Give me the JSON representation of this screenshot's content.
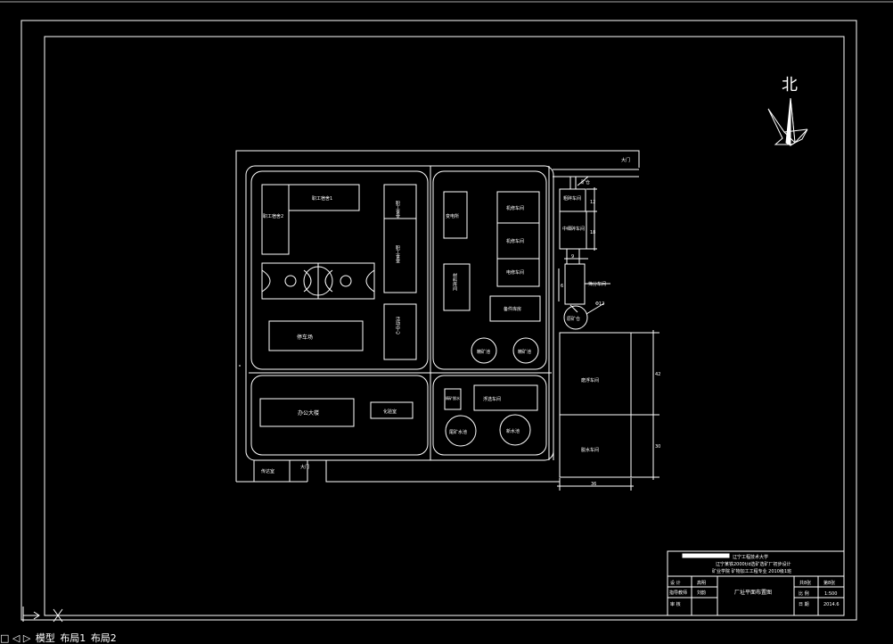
{
  "north_label": "北",
  "site": {
    "gate_top": "大门",
    "gate_bottom": "大门",
    "guard_room": "传达室"
  },
  "buildings": {
    "dorm1": "职工宿舍1",
    "dorm2": "职工宿舍2",
    "canteen1": "职工食堂",
    "canteen2": "职工食堂",
    "parking": "停车场",
    "activity_center": "活动中心",
    "office": "办公大楼",
    "lab": "化验室",
    "substation": "变电所",
    "repair_workshop": "机修车间",
    "vehicle_repair": "机修车间",
    "electric_repair": "电修车间",
    "storage_workshop": "材料库间",
    "spare_parts": "备件库房",
    "conc_tank1": "精矿池",
    "conc_tank2": "精矿池",
    "dewater": "精矿脱水",
    "flotation_ws": "浮选车间",
    "tailings_tank": "尾矿水池",
    "water_tank": "新水池",
    "coarse_crush": "粗碎车间",
    "mid_crush": "中细碎车间",
    "screening": "筛分车间",
    "bin": "矿仓",
    "raw_ore": "原矿仓",
    "grinding": "磨浮车间",
    "filter": "脱水车间"
  },
  "dimensions": {
    "d12": "12",
    "d18": "18",
    "d9": "9",
    "d6": "6",
    "d12b": "Φ12",
    "d42": "42",
    "d30": "30",
    "d36": "36"
  },
  "title_block": {
    "school": "辽宁工程技术大学",
    "line1": "辽宁某铁2000t/d选矿选矿厂初步设计",
    "line2": "矿业学院  矿物加工工程专业  2010级1班",
    "designer_label": "设  计",
    "designer": "高明",
    "advisor_label": "指导教师",
    "advisor": "刘韵",
    "review_label": "审  核",
    "drawing_title": "厂址平面布置图",
    "sheet_total_label": "共8张",
    "sheet_num_label": "第8张",
    "scale_label": "比  例",
    "scale": "1:500",
    "date_label": "日  期",
    "date": "2014.6"
  },
  "tabs": [
    "模型",
    "布局1",
    "布局2"
  ],
  "tabs_prefix": "□ ◁ ▷"
}
